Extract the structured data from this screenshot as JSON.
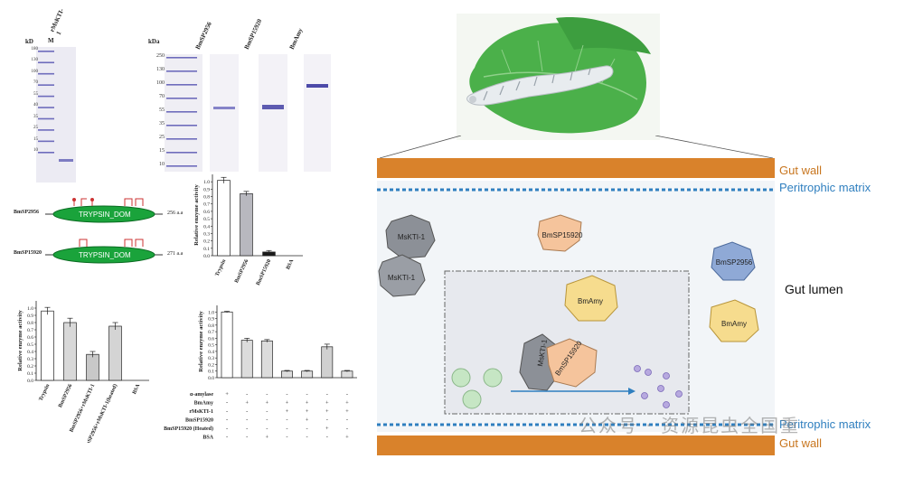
{
  "gel_a": {
    "kda": "kD",
    "marker_lane": "M",
    "sample_lane": "rMsKTI-1",
    "markers": [
      "180",
      "130",
      "100",
      "70",
      "55",
      "40",
      "35",
      "25",
      "15",
      "10"
    ]
  },
  "gel_b": {
    "kda": "kDa",
    "lanes": [
      "BmSP2956",
      "BmSP15920",
      "BmAmy"
    ],
    "markers": [
      "250",
      "130",
      "100",
      "70",
      "55",
      "35",
      "25",
      "15",
      "10"
    ]
  },
  "domains": {
    "rows": [
      {
        "name": "BmSP2956",
        "domain": "TRYPSIN_DOM",
        "length": "256 a.a"
      },
      {
        "name": "BmSP15920",
        "domain": "TRYPSIN_DOM",
        "length": "271 a.a"
      }
    ]
  },
  "charts": [
    {
      "type": "bar",
      "ylabel": "Relative enzyme activity",
      "categories": [
        "Trypsin",
        "BmSP2956",
        "BmSP15920",
        "BSA"
      ],
      "values": [
        1.02,
        0.84,
        0.05,
        0.0
      ],
      "errors": [
        0.04,
        0.03,
        0.02,
        0.0
      ],
      "fills": [
        "#ffffff",
        "#b8b8bf",
        "#1a1a1a",
        "#ffffff"
      ],
      "yticks": [
        "0.0",
        "0.1",
        "0.2",
        "0.3",
        "0.4",
        "0.5",
        "0.6",
        "0.7",
        "0.8",
        "0.9",
        "1.0"
      ],
      "ylim": [
        0,
        1.1
      ]
    },
    {
      "type": "bar",
      "ylabel": "Relative enzyme activity",
      "categories": [
        "Trypsin",
        "BmSP2956",
        "BmSP2956+rMsKTI-1",
        "BmSP2956+rMsKTI-1(heated)",
        "BSA"
      ],
      "values": [
        0.96,
        0.8,
        0.36,
        0.75,
        0.0
      ],
      "errors": [
        0.05,
        0.06,
        0.04,
        0.05,
        0.0
      ],
      "fills": [
        "#ffffff",
        "#d8d8d8",
        "#c8c8c8",
        "#d4d4d4",
        "#ffffff"
      ],
      "yticks": [
        "0.0",
        "0.1",
        "0.2",
        "0.3",
        "0.4",
        "0.5",
        "0.6",
        "0.7",
        "0.8",
        "0.9",
        "1.0"
      ],
      "ylim": [
        0,
        1.1
      ]
    },
    {
      "type": "bar",
      "ylabel": "Relative enzyme activity",
      "values": [
        1.0,
        0.57,
        0.56,
        0.1,
        0.1,
        0.47,
        0.1
      ],
      "errors": [
        0.01,
        0.03,
        0.02,
        0.01,
        0.01,
        0.04,
        0.01
      ],
      "fills": [
        "#ffffff",
        "#dcdcdc",
        "#dcdcdc",
        "#dcdcdc",
        "#dcdcdc",
        "#d0d0d0",
        "#dcdcdc"
      ],
      "yticks": [
        "0.0",
        "0.1",
        "0.2",
        "0.3",
        "0.4",
        "0.5",
        "0.6",
        "0.7",
        "0.8",
        "0.9",
        "1.0"
      ],
      "ylim": [
        0,
        1.1
      ],
      "treatments": [
        {
          "name": "α-amylase",
          "signs": [
            "+",
            "-",
            "-",
            "-",
            "-",
            "-",
            "-"
          ]
        },
        {
          "name": "BmAmy",
          "signs": [
            "-",
            "+",
            "+",
            "+",
            "+",
            "+",
            "+"
          ]
        },
        {
          "name": "rMsKTI-1",
          "signs": [
            "-",
            "-",
            "-",
            "+",
            "+",
            "+",
            "+"
          ]
        },
        {
          "name": "BmSP15920",
          "signs": [
            "-",
            "-",
            "-",
            "-",
            "+",
            "-",
            "-"
          ]
        },
        {
          "name": "BmSP15920 (Heated)",
          "signs": [
            "-",
            "-",
            "-",
            "-",
            "-",
            "+",
            "-"
          ]
        },
        {
          "name": "BSA",
          "signs": [
            "-",
            "-",
            "+",
            "-",
            "-",
            "-",
            "+"
          ]
        }
      ]
    }
  ],
  "model": {
    "gut_wall": "Gut wall",
    "peritrophic_matrix": "Peritrophic matrix",
    "gut_lumen": "Gut lumen",
    "proteins": {
      "mskti_a": "MsKTI-1",
      "mskti_b": "MsKTI-1",
      "bmsp15920": "BmSP15920",
      "bmsp2956": "BmSP2956",
      "bmamy_out": "BmAmy",
      "bmamy_in": "BmAmy",
      "mskti_complex": "MsKTI-1",
      "bmsp15920_complex": "BmSP15920"
    },
    "colors": {
      "gut_wall": "#d9822b",
      "peritrophic": "#2f7fbf",
      "label_gut": "#c8761f",
      "label_pm": "#2f7fbf"
    }
  },
  "watermark": "公众号 · 资源昆虫全国重"
}
